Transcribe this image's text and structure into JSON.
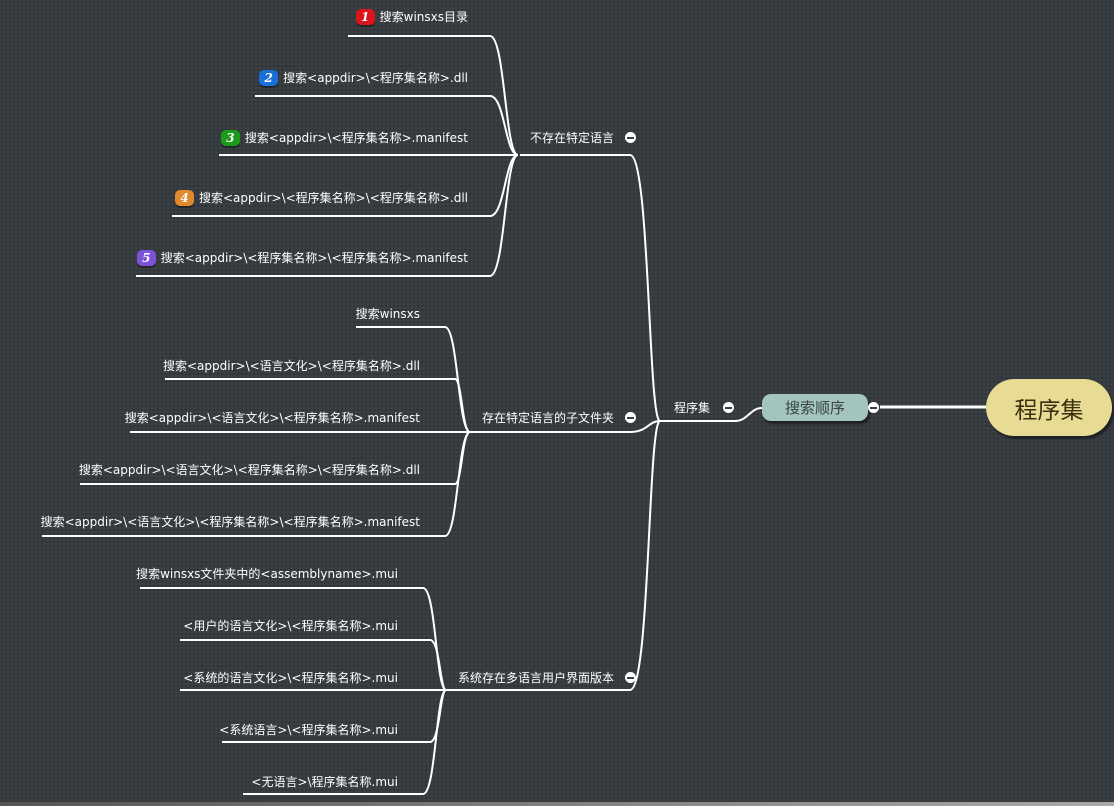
{
  "root": {
    "label": "程序集"
  },
  "main": {
    "label": "搜索顺序"
  },
  "level2": {
    "label": "程序集"
  },
  "branches": [
    {
      "label": "不存在特定语言",
      "leaves": [
        {
          "label": "搜索winsxs目录",
          "marker": "1",
          "color": "#d9141b"
        },
        {
          "label": "搜索<appdir>\\<程序集名称>.dll",
          "marker": "2",
          "color": "#1a6ed8"
        },
        {
          "label": "搜索<appdir>\\<程序集名称>.manifest",
          "marker": "3",
          "color": "#1c9a1c"
        },
        {
          "label": "搜索<appdir>\\<程序集名称>\\<程序集名称>.dll",
          "marker": "4",
          "color": "#e08a2c"
        },
        {
          "label": "搜索<appdir>\\<程序集名称>\\<程序集名称>.manifest",
          "marker": "5",
          "color": "#7b52d8"
        }
      ]
    },
    {
      "label": "存在特定语言的子文件夹",
      "leaves": [
        {
          "label": "搜索winsxs"
        },
        {
          "label": "搜索<appdir>\\<语言文化>\\<程序集名称>.dll"
        },
        {
          "label": "搜索<appdir>\\<语言文化>\\<程序集名称>.manifest"
        },
        {
          "label": "搜索<appdir>\\<语言文化>\\<程序集名称>\\<程序集名称>.dll"
        },
        {
          "label": "搜索<appdir>\\<语言文化>\\<程序集名称>\\<程序集名称>.manifest"
        }
      ]
    },
    {
      "label": "系统存在多语言用户界面版本",
      "leaves": [
        {
          "label": "搜索winsxs文件夹中的<assemblyname>.mui"
        },
        {
          "label": "<用户的语言文化>\\<程序集名称>.mui"
        },
        {
          "label": "<系统的语言文化>\\<程序集名称>.mui"
        },
        {
          "label": "<系统语言>\\<程序集名称>.mui"
        },
        {
          "label": "<无语言>\\程序集名称.mui"
        }
      ]
    }
  ]
}
